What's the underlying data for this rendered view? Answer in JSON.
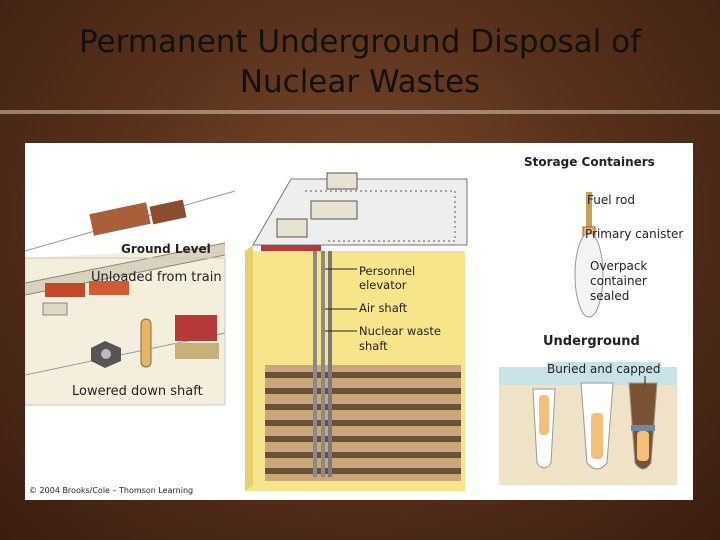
{
  "slide": {
    "title_line1": "Permanent Underground Disposal of",
    "title_line2": "Nuclear Wastes"
  },
  "diagram": {
    "storage_heading": "Storage Containers",
    "fuel_rod": "Fuel rod",
    "primary_canister": "Primary canister",
    "ground_level": "Ground Level",
    "unloaded_from_train": "Unloaded from train",
    "personnel_elevator": "Personnel\nelevator",
    "air_shaft": "Air shaft",
    "nuclear_waste_shaft": "Nuclear waste\nshaft",
    "overpack": "Overpack\ncontainer\nsealed",
    "underground": "Underground",
    "buried_and_capped": "Buried and capped",
    "lowered_down_shaft": "Lowered down shaft",
    "copyright": "© 2004 Brooks/Cole – Thomson Learning"
  },
  "colors": {
    "background": "#5a321c",
    "panel": "#ffffff",
    "ground_slab": "#f6e58a",
    "left_inset": "#f4efdc",
    "soil": "#efe2c6",
    "tunnels": "#7a6048",
    "shafts": "#8a8a8a",
    "containers_panel": "#c8e2e8"
  }
}
